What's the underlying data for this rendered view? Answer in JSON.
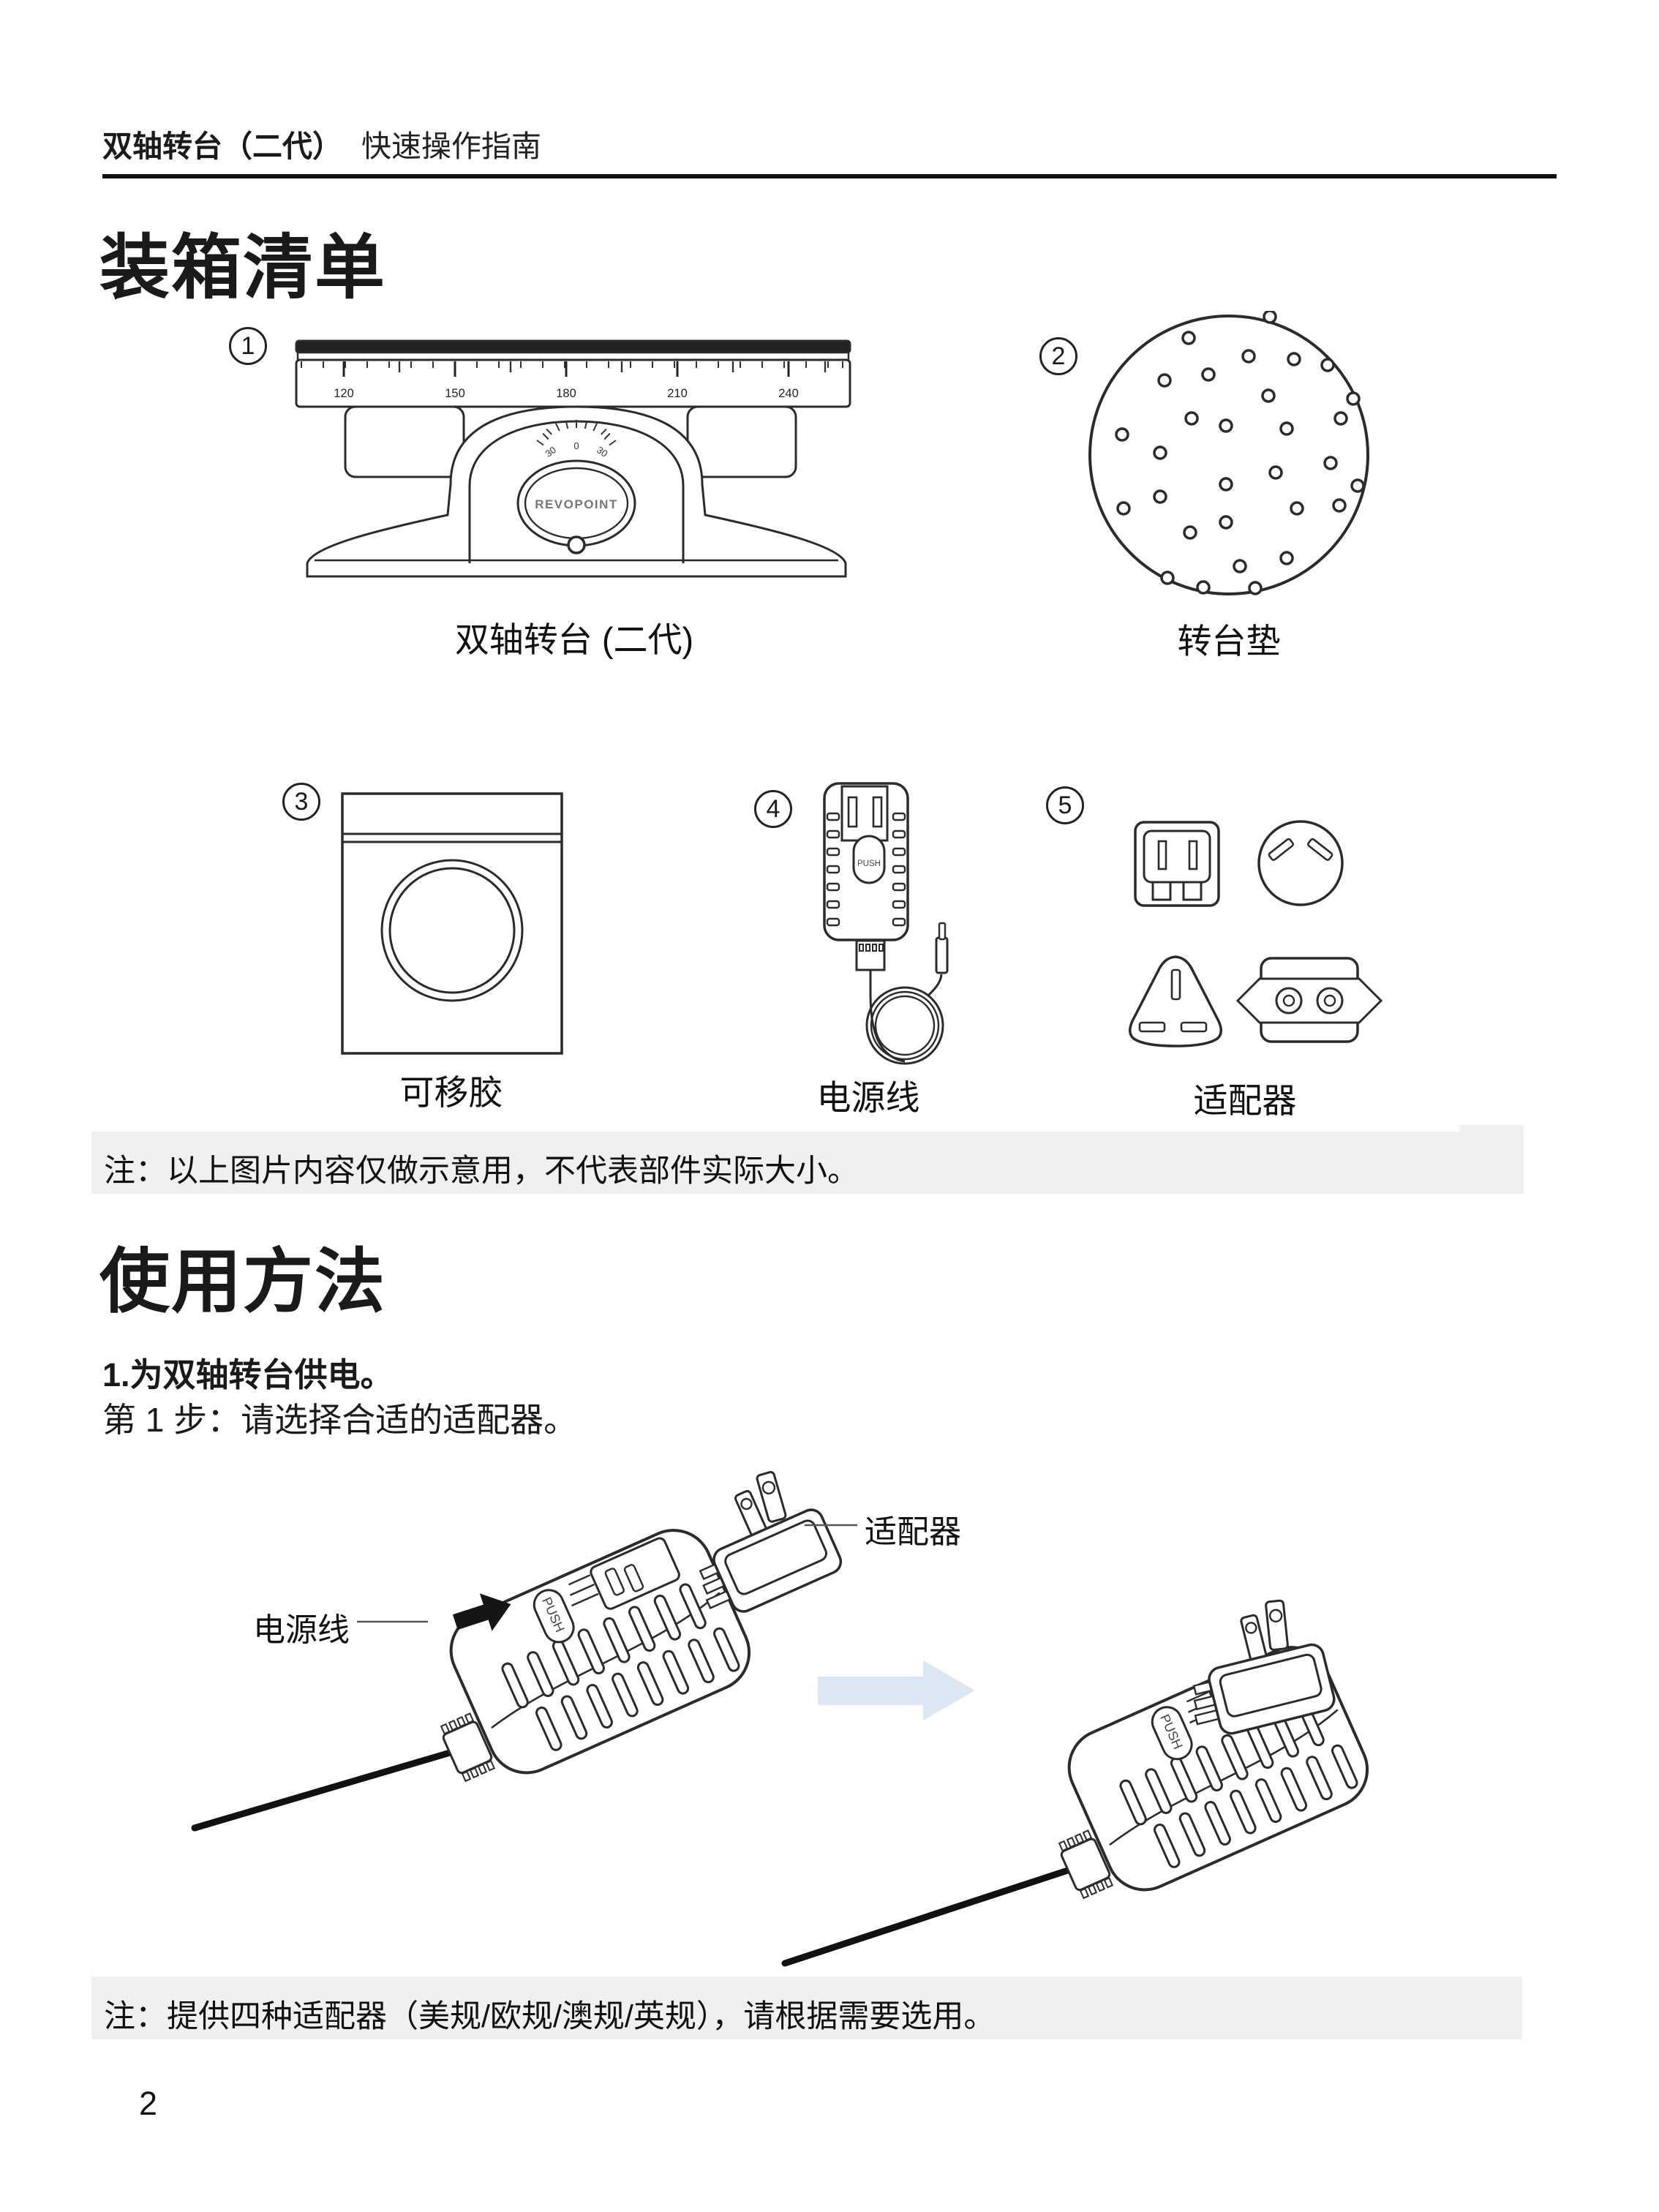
{
  "page": {
    "number": "2"
  },
  "header": {
    "title_bold": "双轴转台（二代）",
    "title_light": "快速操作指南"
  },
  "packing": {
    "title": "装箱清单",
    "items": [
      {
        "num": "1",
        "caption": "双轴转台 (二代)"
      },
      {
        "num": "2",
        "caption": "转台垫"
      },
      {
        "num": "3",
        "caption": "可移胶"
      },
      {
        "num": "4",
        "caption": "电源线"
      },
      {
        "num": "5",
        "caption": "适配器"
      }
    ],
    "note": "注：以上图片内容仅做示意用，不代表部件实际大小。"
  },
  "turntable": {
    "brand": "REVOPOINT",
    "ruler_labels": [
      "120",
      "150",
      "180",
      "210",
      "240"
    ],
    "dial_labels": [
      "30",
      "0",
      "30"
    ]
  },
  "power": {
    "push": "PUSH"
  },
  "usage": {
    "title": "使用方法",
    "step1_heading": "1.为双轴转台供电。",
    "step1_body": "第 1 步：请选择合适的适配器。",
    "labels": {
      "adapter": "适配器",
      "cable": "电源线"
    },
    "note": "注：提供四种适配器（美规/欧规/澳规/英规），请根据需要选用。"
  },
  "colors": {
    "ink": "#2b2b2b",
    "note_bg": "#f0f0f0",
    "arrow_blue": "#dbe7f3"
  }
}
